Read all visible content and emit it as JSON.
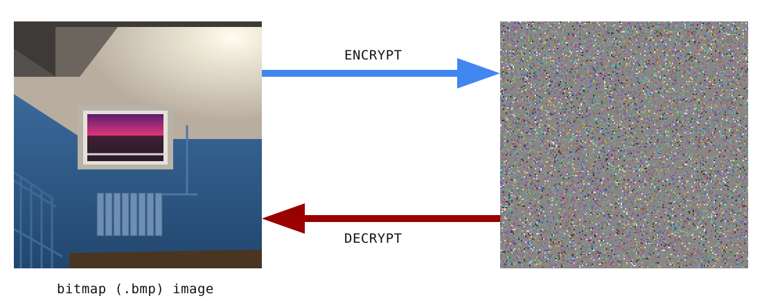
{
  "diagram": {
    "encrypt_label": "ENCRYPT",
    "decrypt_label": "DECRYPT",
    "caption": "bitmap (.bmp) image",
    "encrypt_arrow_color": "#4286f0",
    "decrypt_arrow_color": "#990000",
    "plain_image_icon": "stairwell-photo-icon",
    "cipher_image_icon": "random-noise-icon"
  }
}
